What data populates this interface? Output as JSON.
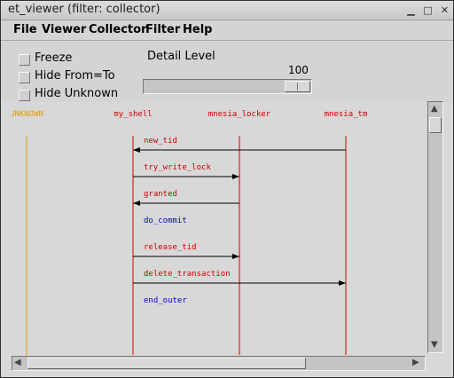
{
  "window": {
    "title": "et_viewer (filter: collector)",
    "minimize_icon": "minimize-icon",
    "maximize_icon": "maximize-icon",
    "close_icon": "close-icon"
  },
  "menu": [
    "File",
    "Viewer",
    "Collector",
    "Filter",
    "Help"
  ],
  "options": {
    "freeze": "Freeze",
    "hide_from_to": "Hide From=To",
    "hide_unknown": "Hide Unknown"
  },
  "detail": {
    "label": "Detail Level",
    "value": "100"
  },
  "actors": [
    {
      "name": "UNKNOWN",
      "color": "#e0a000"
    },
    {
      "name": "my_shell",
      "color": "#d00000"
    },
    {
      "name": "mnesia_locker",
      "color": "#d00000"
    },
    {
      "name": "mnesia_tm",
      "color": "#d00000"
    }
  ],
  "events": [
    {
      "label": "new_tid",
      "from": "mnesia_tm",
      "to": "my_shell",
      "color": "#d00000"
    },
    {
      "label": "try_write_lock",
      "from": "my_shell",
      "to": "mnesia_locker",
      "color": "#d00000"
    },
    {
      "label": "granted",
      "from": "mnesia_locker",
      "to": "my_shell",
      "color": "#d00000"
    },
    {
      "label": "do_commit",
      "from": "my_shell",
      "to": "my_shell",
      "color": "#0000d0"
    },
    {
      "label": "release_tid",
      "from": "my_shell",
      "to": "mnesia_locker",
      "color": "#d00000"
    },
    {
      "label": "delete_transaction",
      "from": "my_shell",
      "to": "mnesia_tm",
      "color": "#d00000"
    },
    {
      "label": "end_outer",
      "from": "my_shell",
      "to": "my_shell",
      "color": "#0000d0"
    }
  ],
  "icons": {
    "scroll_up": "up-arrow-icon",
    "scroll_down": "down-arrow-icon",
    "scroll_left": "left-arrow-icon",
    "scroll_right": "right-arrow-icon"
  }
}
